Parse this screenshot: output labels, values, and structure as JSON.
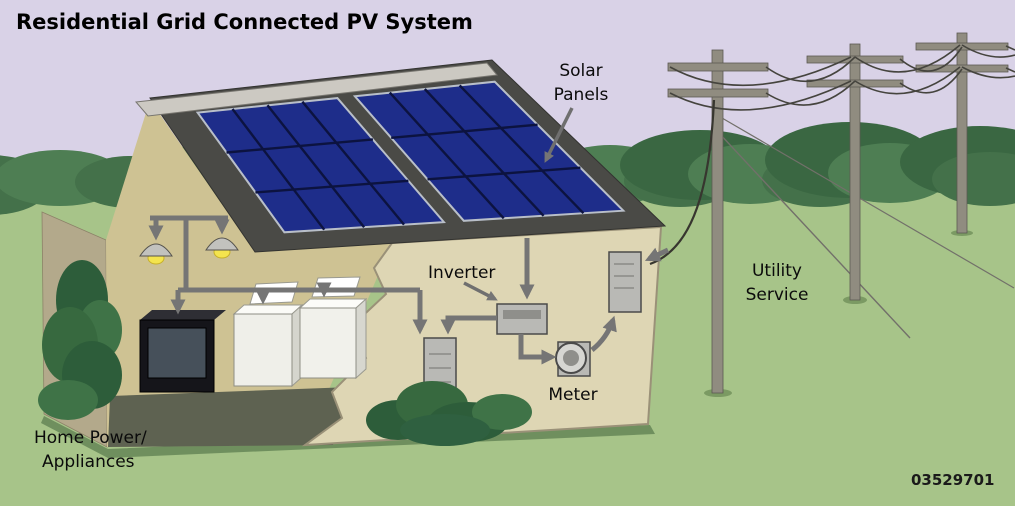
{
  "title": "Residential Grid Connected PV System",
  "figure_number": "03529701",
  "labels": {
    "solar_panels": [
      "Solar",
      "Panels"
    ],
    "inverter": "Inverter",
    "meter": "Meter",
    "utility_service": [
      "Utility",
      "Service"
    ],
    "home_power_appliances": [
      "Home Power/",
      "Appliances"
    ]
  },
  "colors": {
    "sky": "#d9d2e7",
    "grass": "#a7c489",
    "treeline_green": "#44714a",
    "bush_green": "#2d5d3a",
    "house_wall": "#ded6b4",
    "house_wall_side": "#b3a98b",
    "house_interior": "#cec293",
    "house_floor": "#5e6251",
    "roof": "#4a4a46",
    "roof_ridge_cap": "#ccc9c2",
    "solar_panel_blue": "#1e2d8a",
    "panel_grid_line": "#0c1340",
    "arrow_gray": "#757575",
    "equipment_gray": "#b9b9b5",
    "pole_gray": "#908c80",
    "wire_dark": "#45443e",
    "lamp_yellow": "#f4e44e",
    "text": "#0b0b0b"
  }
}
